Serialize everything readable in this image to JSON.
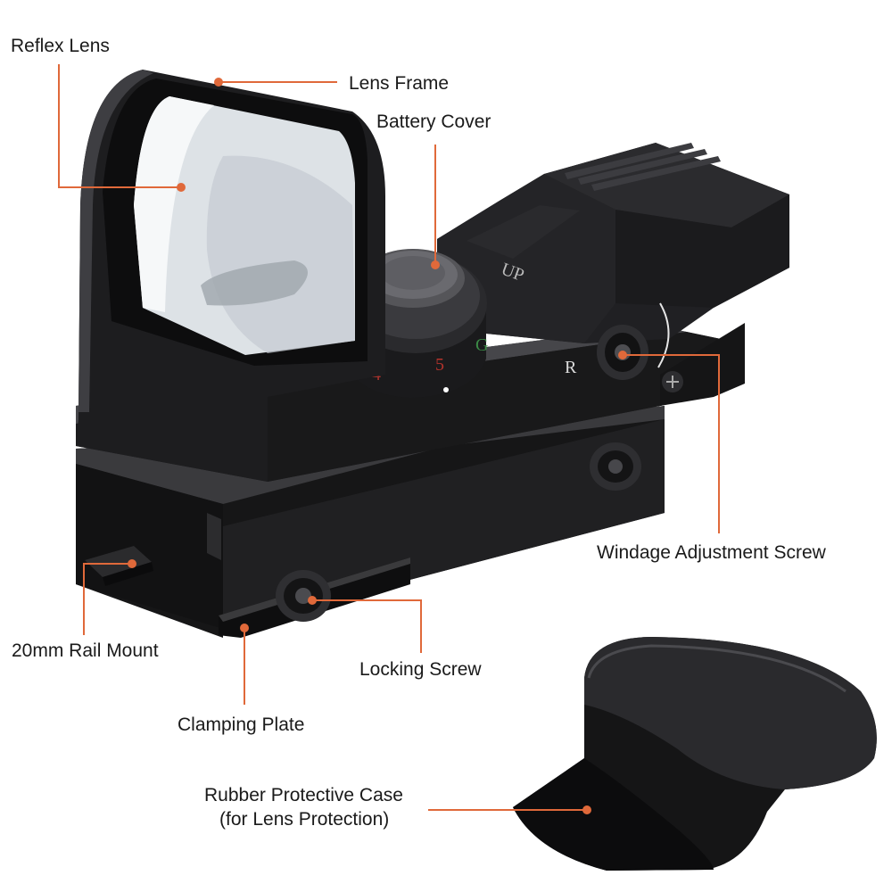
{
  "colors": {
    "leader": "#e0693a",
    "label_text": "#1a1a1a",
    "sight_body": "#1c1c1e",
    "sight_highlight": "#4a4a4e",
    "lens_glass": "#dfe4e8",
    "dial_red": "#a8322c",
    "dial_green": "#3b8a46"
  },
  "labels": {
    "reflex_lens": "Reflex Lens",
    "lens_frame": "Lens Frame",
    "battery_cover": "Battery Cover",
    "windage_adjustment_screw": "Windage Adjustment Screw",
    "rail_mount": "20mm Rail Mount",
    "locking_screw": "Locking Screw",
    "clamping_plate": "Clamping Plate",
    "rubber_case_line1": "Rubber Protective Case",
    "rubber_case_line2": "(for Lens Protection)"
  },
  "product_markings": {
    "dial_number_4": "4",
    "dial_number_5": "5",
    "dial_letter_g": "G",
    "side_letter_r": "R",
    "top_marking_up": "UP"
  }
}
